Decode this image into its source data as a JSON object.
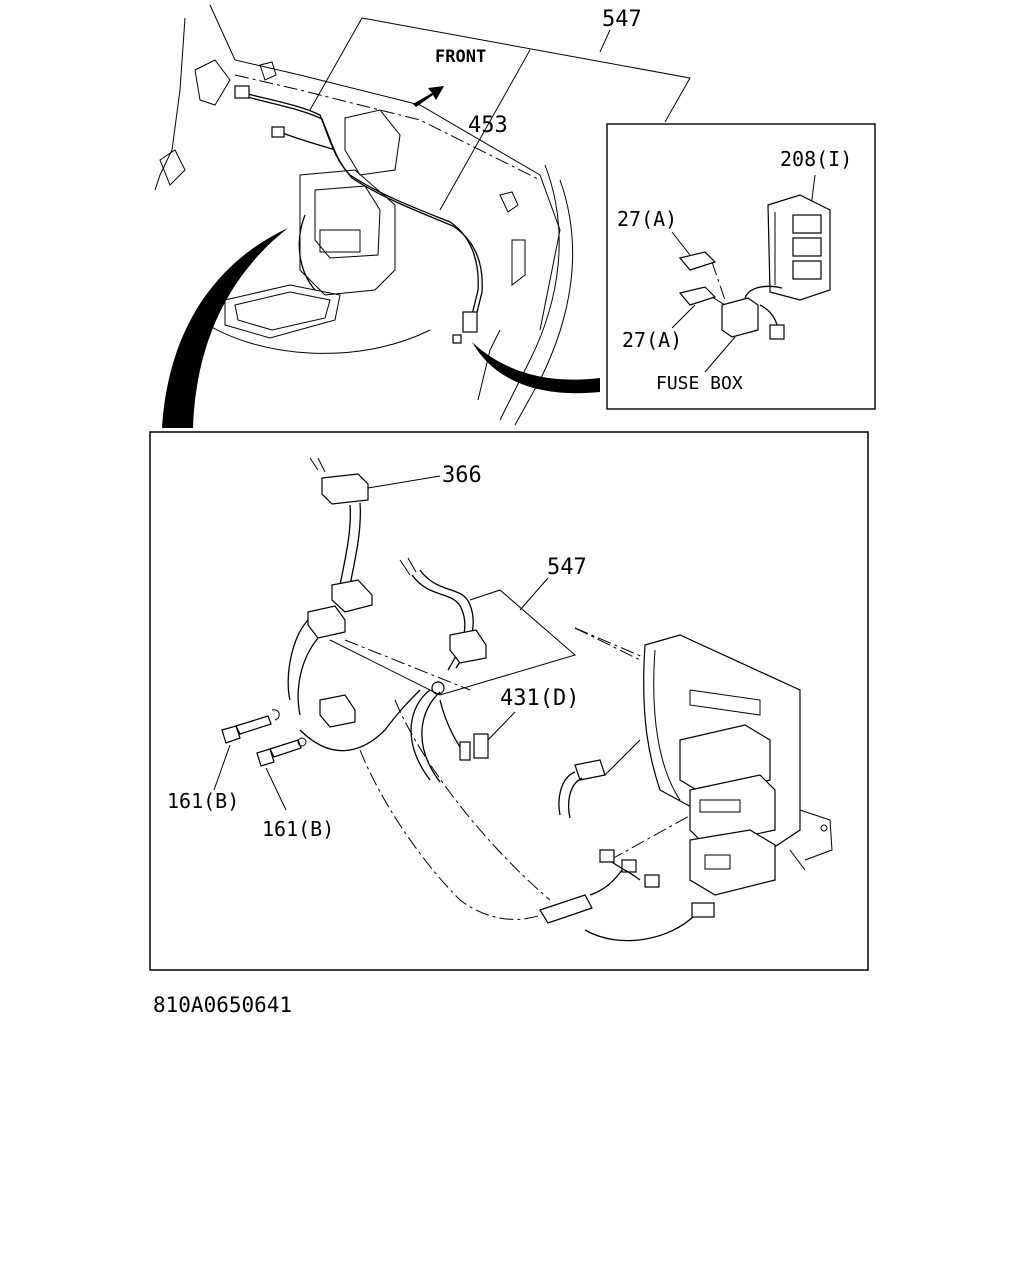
{
  "labels": {
    "part_547_top": "547",
    "front": "FRONT",
    "part_453": "453",
    "part_208": "208(I)",
    "part_27a_top": "27(A)",
    "part_27a_bottom": "27(A)",
    "fuse_box": "FUSE BOX",
    "part_366": "366",
    "part_547_bottom": "547",
    "part_431": "431(D)",
    "part_161_left": "161(B)",
    "part_161_right": "161(B)",
    "drawing_number": "810A0650641"
  }
}
